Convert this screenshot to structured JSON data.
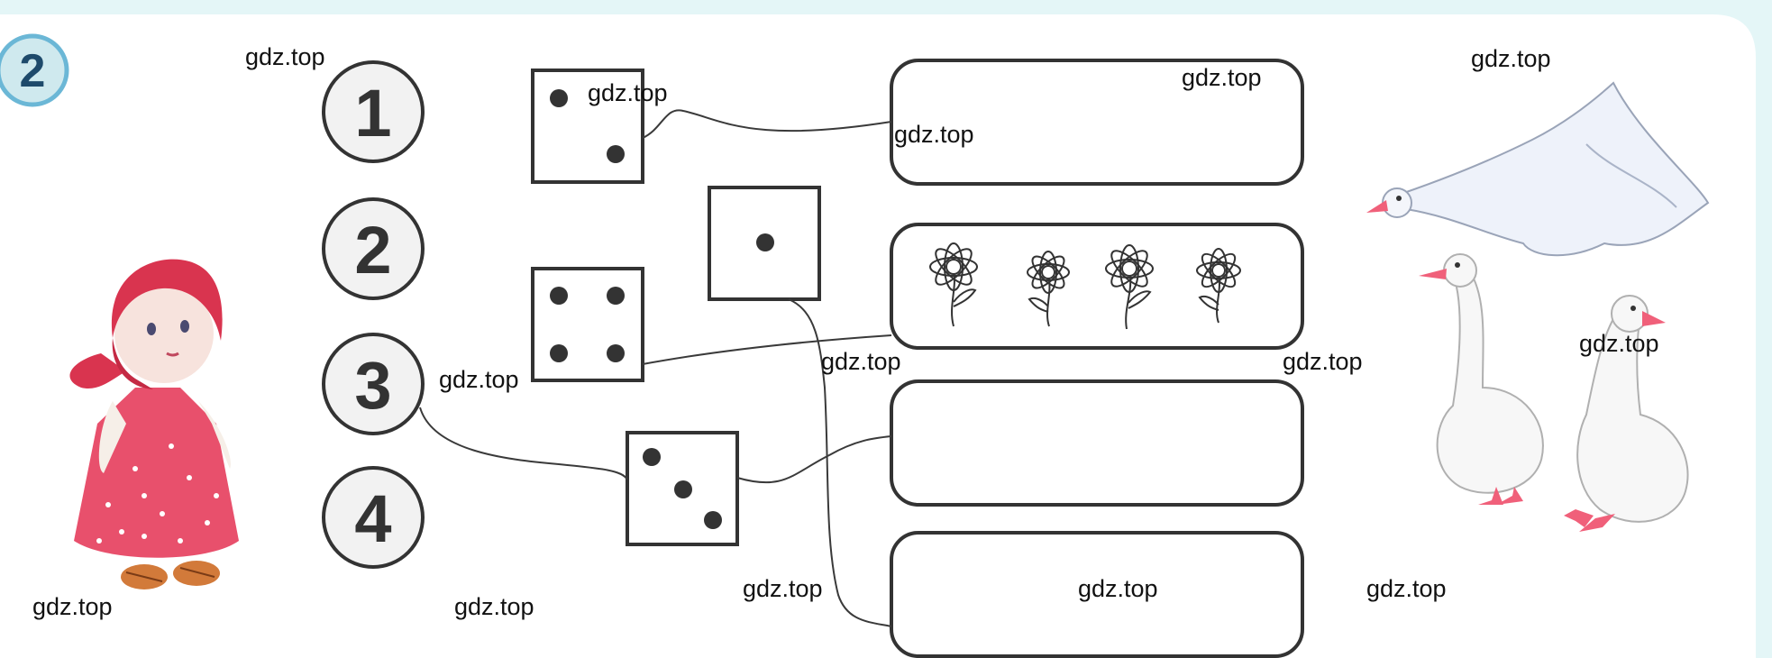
{
  "task": {
    "number": "2",
    "circle_numbers": [
      "1",
      "2",
      "3",
      "4"
    ],
    "dice_pips": [
      2,
      1,
      4,
      3
    ],
    "flower_count": 4
  },
  "watermarks": [
    "gdz.top",
    "gdz.top",
    "gdz.top",
    "gdz.top",
    "gdz.top",
    "gdz.top",
    "gdz.top",
    "gdz.top",
    "gdz.top",
    "gdz.top",
    "gdz.top",
    "gdz.top",
    "gdz.top",
    "gdz.top"
  ],
  "colors": {
    "background_outer": "#e4f6f7",
    "page": "#ffffff",
    "badge_fill": "#cfe9ee",
    "badge_ring": "#6bb7d6",
    "line": "#3a3a3a",
    "kerchief": "#d9344f",
    "goose_beak": "#f0607a"
  },
  "icons": [
    "task-number-badge",
    "number-circle",
    "dice-card",
    "flower-icon",
    "girl-illustration",
    "goose-illustration"
  ]
}
